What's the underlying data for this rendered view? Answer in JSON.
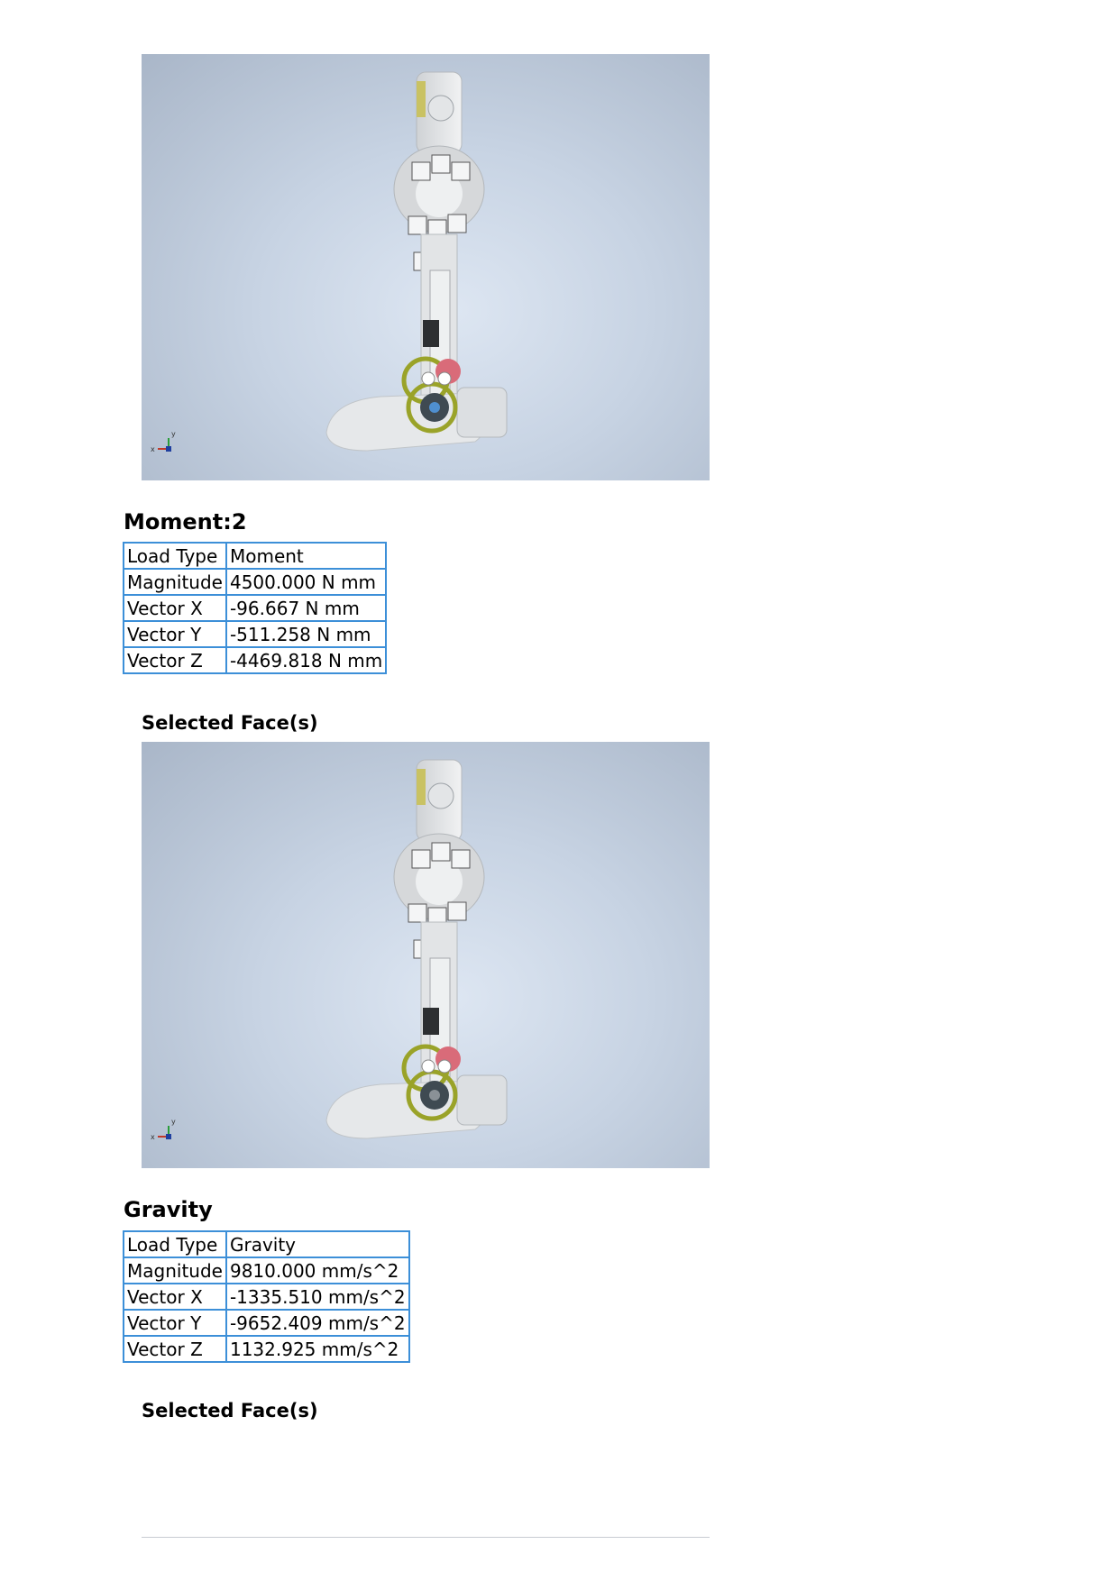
{
  "sections": [
    {
      "title": "Moment:2",
      "rows": [
        {
          "label": "Load Type",
          "value": "Moment"
        },
        {
          "label": "Magnitude",
          "value": "4500.000 N mm"
        },
        {
          "label": "Vector X",
          "value": "-96.667 N mm"
        },
        {
          "label": "Vector Y",
          "value": "-511.258 N mm"
        },
        {
          "label": "Vector Z",
          "value": "-4469.818 N mm"
        }
      ],
      "selected_label": "Selected Face(s)"
    },
    {
      "title": "Gravity",
      "rows": [
        {
          "label": "Load Type",
          "value": "Gravity"
        },
        {
          "label": "Magnitude",
          "value": "9810.000 mm/s^2"
        },
        {
          "label": "Vector X",
          "value": "-1335.510 mm/s^2"
        },
        {
          "label": "Vector Y",
          "value": "-9652.409 mm/s^2"
        },
        {
          "label": "Vector Z",
          "value": "1132.925 mm/s^2"
        }
      ],
      "selected_label": "Selected Face(s)"
    }
  ],
  "colors": {
    "table_border": "#3c8fd8",
    "viewport_bg": "#c7d3e3",
    "gear_yellow": "#9aa329",
    "gear_dark": "#3f4a52"
  }
}
